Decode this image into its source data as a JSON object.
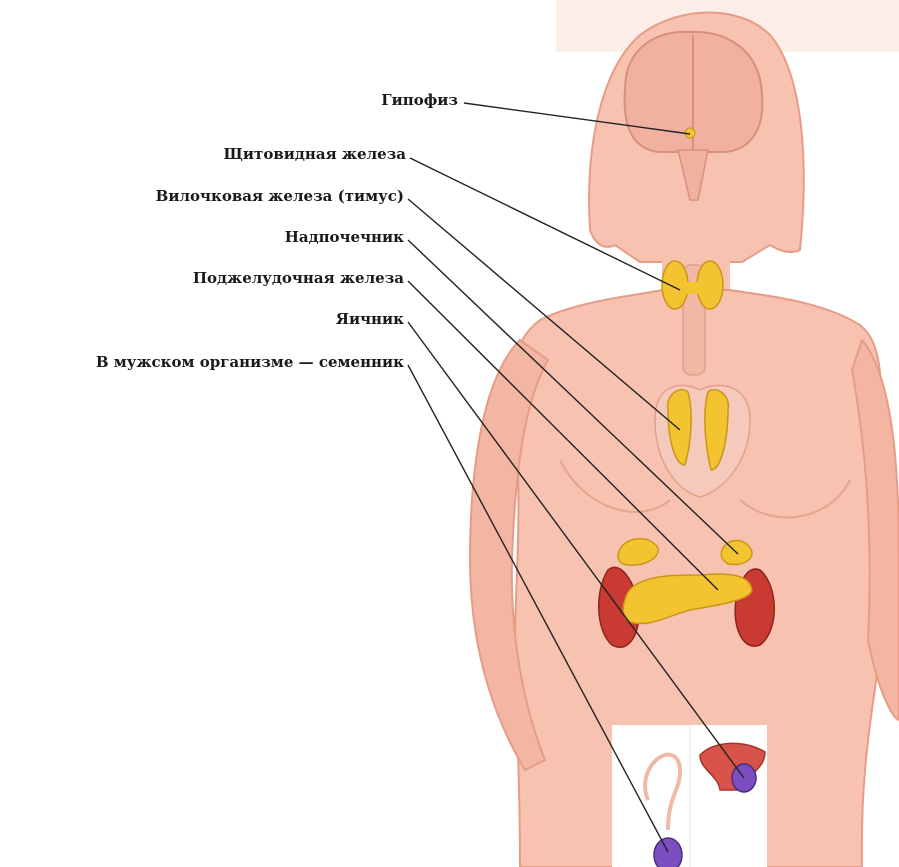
{
  "labels": {
    "pituitary": "Гипофиз",
    "thyroid": "Щитовидная железа",
    "thymus": "Вилочковая железа (тимус)",
    "adrenal": "Надпочечник",
    "pancreas": "Поджелудочная железа",
    "ovary": "Яичник",
    "testis": "В мужском организме — семенник"
  },
  "colors": {
    "skin": "#f7c3b0",
    "skin_outline": "#e79c86",
    "gland": "#f4c430",
    "kidney": "#c93a32",
    "gonad": "#7b4fc2",
    "leader_line": "#222222"
  },
  "icons": {
    "figure": "female-body-silhouette",
    "inset_male": "male-reproductive-organs",
    "inset_female": "female-reproductive-organs"
  }
}
